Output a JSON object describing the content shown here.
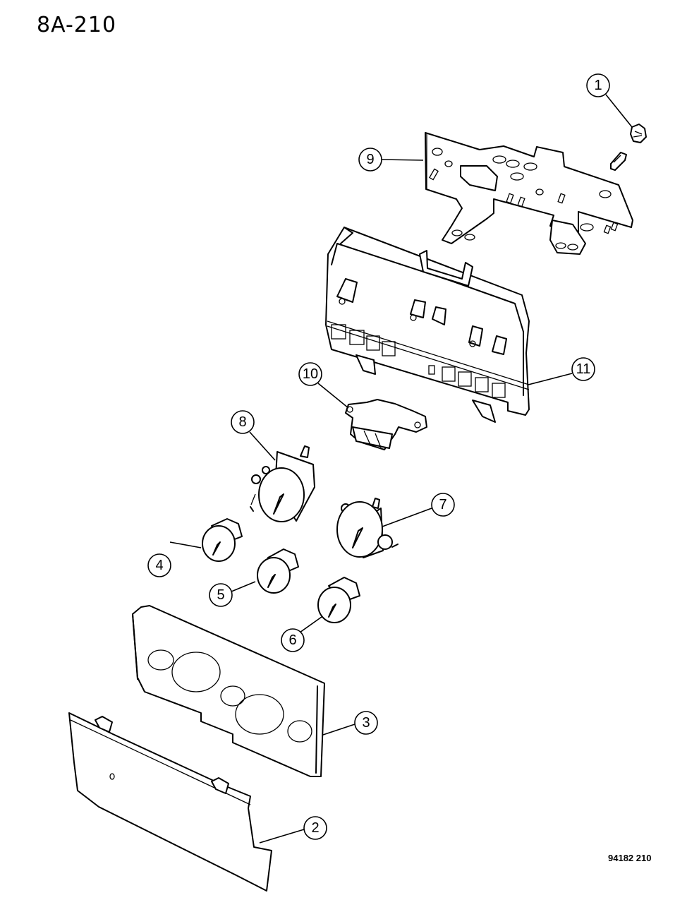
{
  "header": {
    "page_code": "8A-210"
  },
  "footer": {
    "catalog_number": "94182 210"
  },
  "diagram": {
    "title": "Instrument cluster exploded view",
    "callouts": [
      {
        "number": "1",
        "part": "bulb-and-socket"
      },
      {
        "number": "2",
        "part": "cluster-lens"
      },
      {
        "number": "3",
        "part": "cluster-mask"
      },
      {
        "number": "4",
        "part": "small-gauge-left"
      },
      {
        "number": "5",
        "part": "small-gauge-center"
      },
      {
        "number": "6",
        "part": "small-gauge-right"
      },
      {
        "number": "7",
        "part": "large-gauge-right"
      },
      {
        "number": "8",
        "part": "large-gauge-left"
      },
      {
        "number": "9",
        "part": "printed-circuit-board"
      },
      {
        "number": "10",
        "part": "connector-bracket"
      },
      {
        "number": "11",
        "part": "cluster-housing"
      }
    ]
  }
}
